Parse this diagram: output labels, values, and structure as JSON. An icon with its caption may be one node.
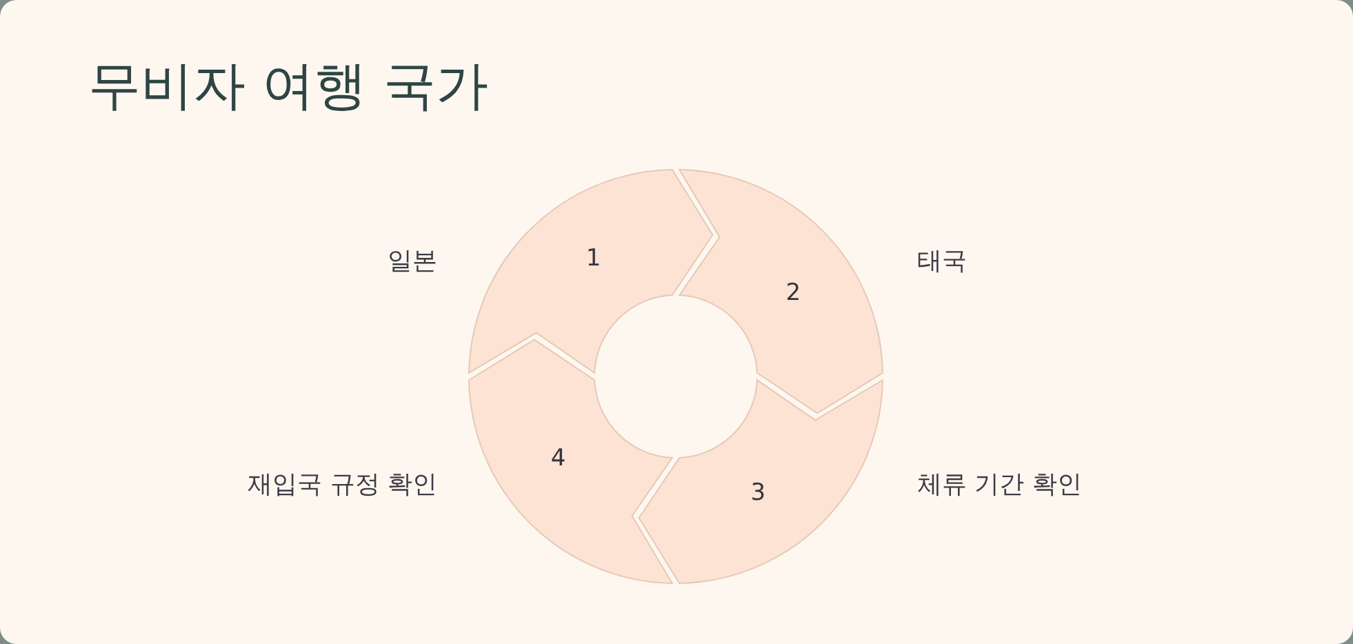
{
  "diagram": {
    "title": "무비자 여행 국가",
    "nodes": [
      {
        "text": [
          "1"
        ],
        "beside": [
          "일본"
        ]
      },
      {
        "text": [
          "2"
        ],
        "beside": [
          "태국"
        ]
      },
      {
        "text": [
          "3"
        ],
        "beside": [
          "체류 기간 확인"
        ]
      },
      {
        "text": [
          "4"
        ],
        "beside": [
          "재입국 규정 확인"
        ]
      }
    ]
  }
}
